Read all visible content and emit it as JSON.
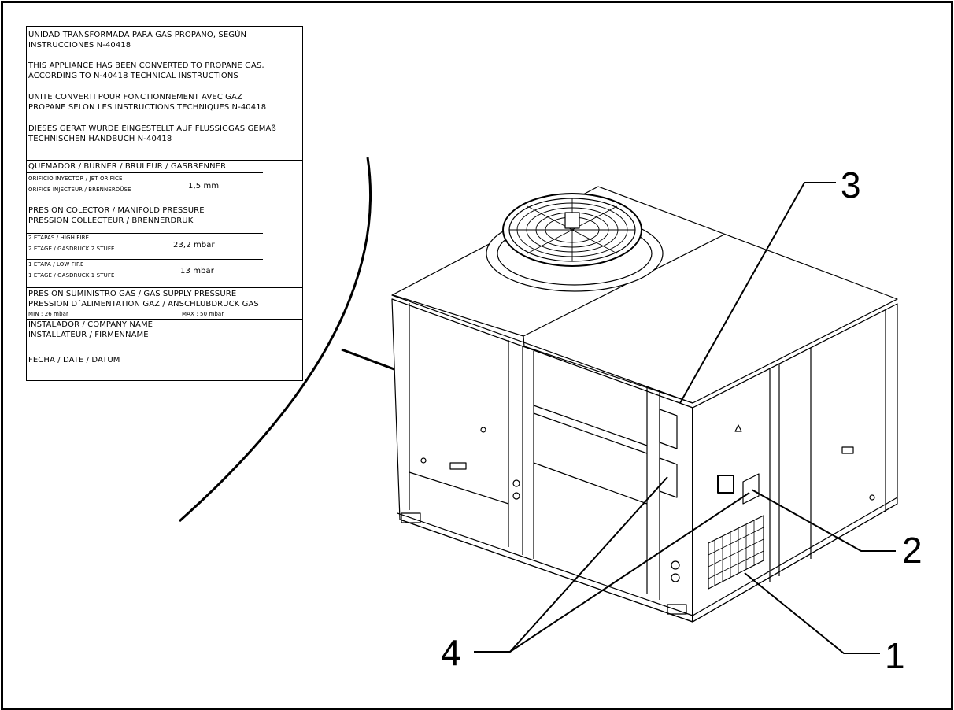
{
  "plate": {
    "conversion_es": [
      "UNIDAD TRANSFORMADA PARA GAS PROPANO, SEGÚN",
      "INSTRUCCIONES N-40418"
    ],
    "conversion_en": [
      "THIS APPLIANCE HAS BEEN CONVERTED TO PROPANE GAS,",
      "ACCORDING TO N-40418 TECHNICAL INSTRUCTIONS"
    ],
    "conversion_fr": [
      "UNITE CONVERTI POUR FONCTIONNEMENT AVEC GAZ",
      "PROPANE SELON LES INSTRUCTIONS TECHNIQUES N-40418"
    ],
    "conversion_de": [
      "DIESES GERÄT WURDE EINGESTELLT AUF FLÜSSIGGAS GEMÄß",
      "TECHNISCHEN HANDBUCH N-40418"
    ],
    "burner_heading": "QUEMADOR / BURNER / BRULEUR / GASBRENNER",
    "orifice_label": [
      "ORIFICIO INYECTOR / JET ORIFICE",
      "ORIFICE INJECTEUR / BRENNERDÜSE"
    ],
    "orifice_value": "1,5 mm",
    "manifold_heading": [
      "PRESION COLECTOR / MANIFOLD PRESSURE",
      "PRESSION COLLECTEUR / BRENNERDRUK"
    ],
    "high_fire_label": [
      "2 ETAPAS / HIGH FIRE",
      "2 ETAGE / GASDRUCK 2 STUFE"
    ],
    "high_fire_value": "23,2 mbar",
    "low_fire_label": [
      "1 ETAPA / LOW FIRE",
      "1 ETAGE / GASDRUCK 1 STUFE"
    ],
    "low_fire_value": "13 mbar",
    "supply_heading": [
      "PRESION SUMINISTRO GAS / GAS SUPPLY PRESSURE",
      "PRESSION D´ALIMENTATION GAZ / ANSCHLUBDRUCK GAS"
    ],
    "supply_min": "MIN : 26 mbar",
    "supply_max": "MAX : 50 mbar",
    "installer_heading": [
      "INSTALADOR / COMPANY NAME",
      "INSTALLATEUR / FIRMENNAME"
    ],
    "date_heading": "FECHA / DATE / DATUM"
  },
  "callouts": [
    "1",
    "2",
    "3",
    "4"
  ]
}
